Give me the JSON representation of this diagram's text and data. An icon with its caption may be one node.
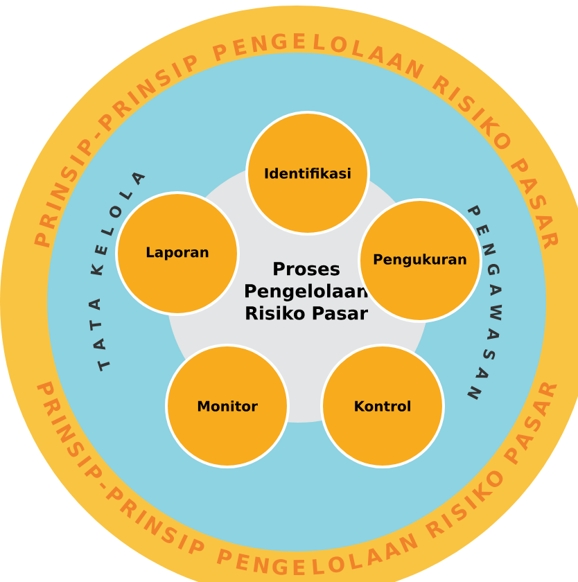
{
  "diagram": {
    "nodes": [
      {
        "text": [
          "TATA KELOLA",
          "PENGAWASAN"
        ]
      },
      {
        "text": [
          "Proses Pengelolaan Risiko Pasar"
        ],
        "in": 0
      },
      {
        "text": [
          "Identifikasi"
        ],
        "in": 0
      },
      {
        "text": [
          "Laporan"
        ],
        "in": 0
      },
      {
        "text": [
          "Pengukuran"
        ],
        "in": 0
      },
      {
        "text": [
          "Monitor"
        ],
        "in": 0
      },
      {
        "text": [
          "Kontrol"
        ],
        "in": 0
      }
    ],
    "labels": [
      "PRINSIP-PRINSIP PENGELOLAAN RISIKO PASAR",
      "PRINSIP-PRINSIP PENGELOLAAN RISIKO PASAR"
    ]
  }
}
